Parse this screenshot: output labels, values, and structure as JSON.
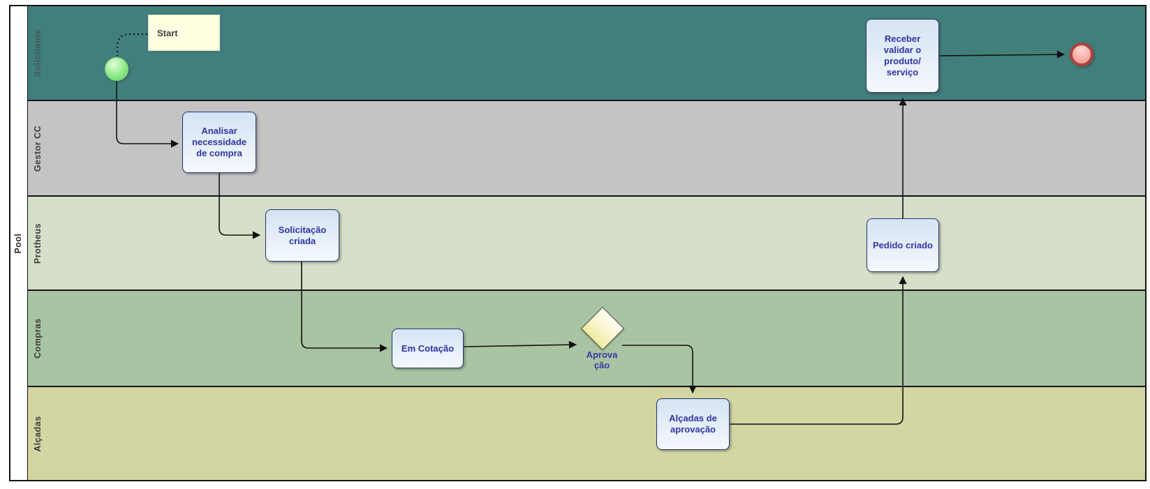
{
  "pool": {
    "label": "Pool"
  },
  "lanes": [
    {
      "label": "Solicitante",
      "color": "#417F7C",
      "label_color": "#42585A"
    },
    {
      "label": "Gestor CC",
      "color": "#C4C4C4",
      "label_color": "#3B3B3B"
    },
    {
      "label": "Protheus",
      "color": "#D5DFC9",
      "label_color": "#3B3B3B"
    },
    {
      "label": "Compras",
      "color": "#A9C4A2",
      "label_color": "#3B3B3B"
    },
    {
      "label": "Alçadas",
      "color": "#D3D6A3",
      "label_color": "#3B3B3B"
    }
  ],
  "nodes": {
    "annotation_start": {
      "label": "Start"
    },
    "start_event": {
      "name": "start-event"
    },
    "task_analisar": {
      "label": "Analisar necessidade de compra"
    },
    "task_solicitacao": {
      "label": "Solicitação criada"
    },
    "task_em_cotacao": {
      "label": "Em Cotação"
    },
    "gateway_aprovacao": {
      "label": "Aprova ção"
    },
    "task_alcadas": {
      "label": "Alçadas de aprovação"
    },
    "task_pedido": {
      "label": "Pedido criado"
    },
    "task_receber": {
      "label": "Receber validar o produto/ serviço"
    },
    "end_event": {
      "name": "end-event"
    }
  },
  "colors": {
    "task_border": "#24356B",
    "task_fill_top": "#D5E3F4",
    "task_fill_bottom": "#F5F9FD",
    "task_text": "#3134A4",
    "annotation_fill": "#FFFFE1",
    "gateway_fill": "#F1EAA2",
    "start_event_fill": "#71DC6F",
    "start_event_ring": "#8BCB8B",
    "end_event_fill": "#F2958B",
    "end_event_ring": "#AC423E",
    "pool_border": "#141414"
  }
}
